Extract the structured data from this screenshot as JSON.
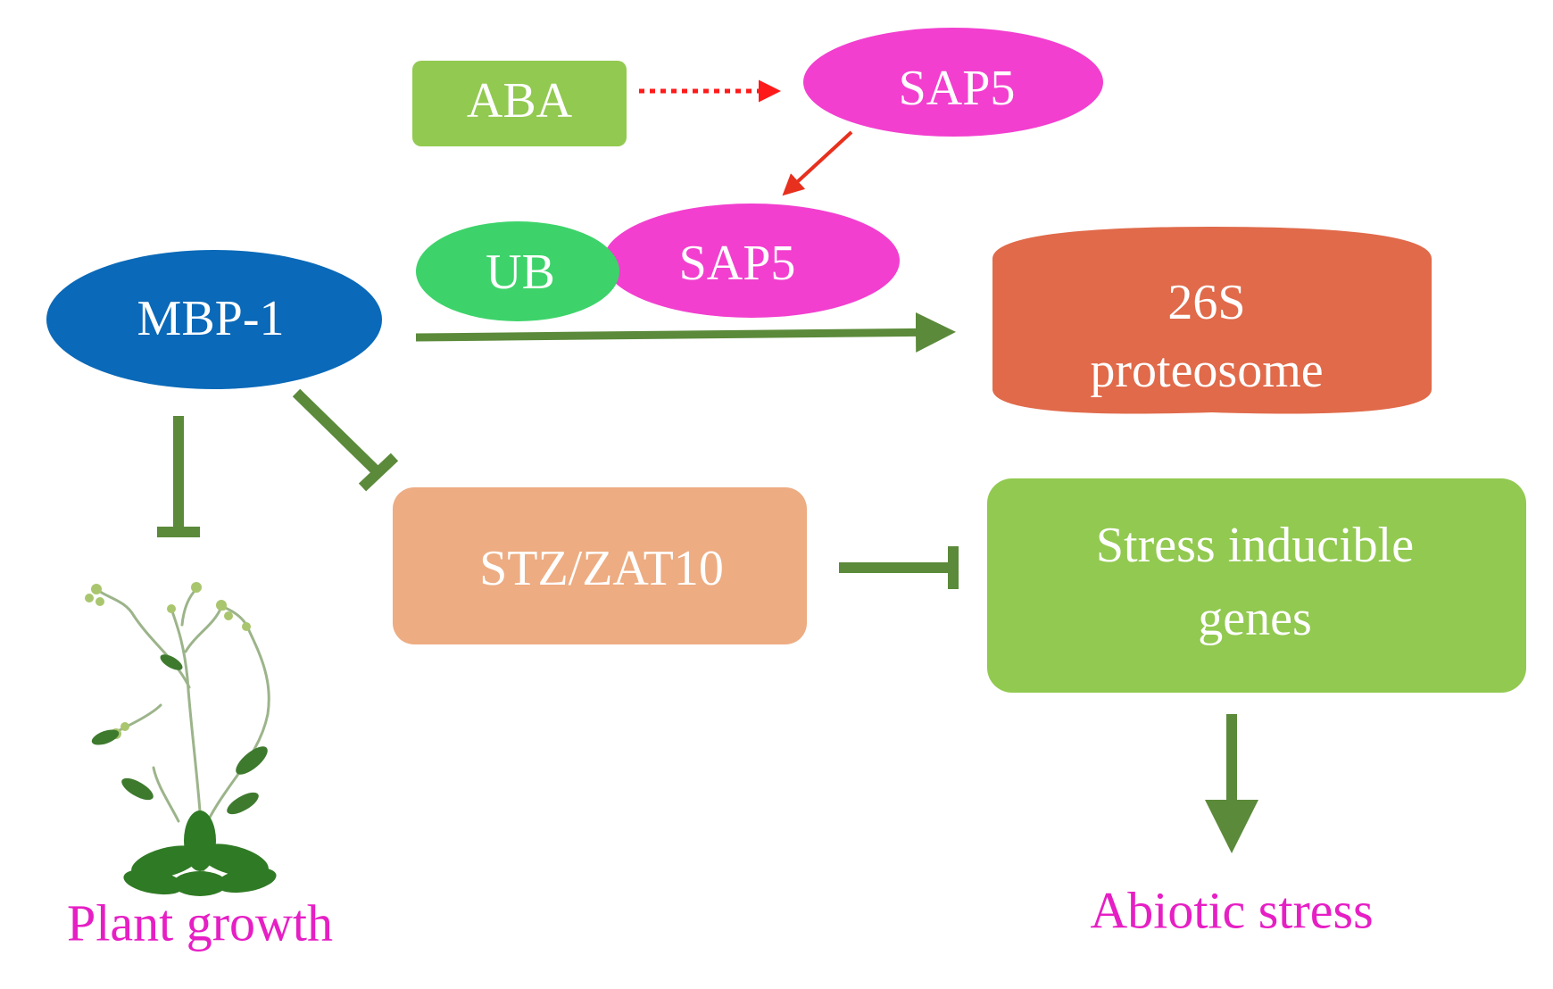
{
  "nodes": {
    "aba": {
      "label": "ABA",
      "color": "#92c950"
    },
    "sap5_top": {
      "label": "SAP5",
      "color": "#f23fcf"
    },
    "ub": {
      "label": "UB",
      "color": "#3dd36a"
    },
    "sap5_complex": {
      "label": "SAP5",
      "color": "#f23fcf"
    },
    "mbp1": {
      "label": "MBP-1",
      "color": "#0a69b8"
    },
    "proteosome": {
      "line1": "26S",
      "line2": "proteosome",
      "color": "#e06a4a"
    },
    "stz_zat10": {
      "label": "STZ/ZAT10",
      "color": "#edac82"
    },
    "stress_genes": {
      "line1": "Stress inducible",
      "line2": "genes",
      "color": "#92c950"
    }
  },
  "outcomes": {
    "plant_growth": {
      "label": "Plant growth",
      "color": "#e61fc4"
    },
    "abiotic_stress": {
      "label": "Abiotic stress",
      "color": "#e61fc4"
    }
  },
  "edges": {
    "aba_to_sap5": {
      "type": "dotted-activation",
      "color": "#ff1a1a"
    },
    "sap5_to_complex": {
      "type": "activation",
      "color": "#e8301e"
    },
    "mbp1_to_proteosome": {
      "type": "activation",
      "color": "#5b8a3a"
    },
    "mbp1_inhibits_growth": {
      "type": "inhibition",
      "color": "#5b8a3a"
    },
    "mbp1_inhibits_stz": {
      "type": "inhibition",
      "color": "#5b8a3a"
    },
    "stz_inhibits_genes": {
      "type": "inhibition",
      "color": "#5b8a3a"
    },
    "genes_to_stress": {
      "type": "activation",
      "color": "#5b8a3a"
    }
  },
  "icons": {
    "plant": "arabidopsis-plant-icon"
  }
}
